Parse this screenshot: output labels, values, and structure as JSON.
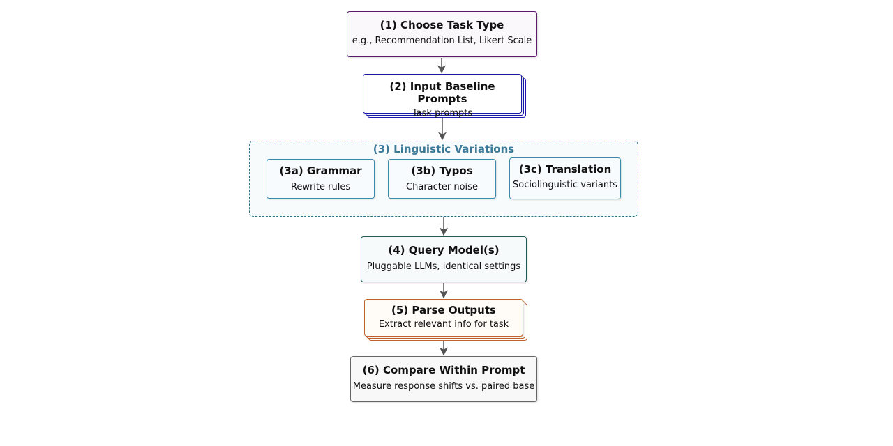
{
  "steps": [
    {
      "title": "(1) Choose Task Type",
      "subtitle": "e.g., Recommendation List, Likert Scale",
      "color": "#5a1a6a"
    },
    {
      "title": "(2) Input Baseline Prompts",
      "subtitle": "Task prompts",
      "color": "#1a1aaa"
    },
    {
      "title": "(3) Linguistic Variations",
      "color": "#2f6f88",
      "variants": [
        {
          "title": "(3a) Grammar",
          "subtitle": "Rewrite rules"
        },
        {
          "title": "(3b) Typos",
          "subtitle": "Character noise"
        },
        {
          "title": "(3c) Translation",
          "subtitle": "Sociolinguistic variants"
        }
      ]
    },
    {
      "title": "(4) Query Model(s)",
      "subtitle": "Pluggable LLMs, identical settings",
      "color": "#1f5a5a"
    },
    {
      "title": "(5) Parse Outputs",
      "subtitle": "Extract relevant info for task",
      "color": "#c0622a"
    },
    {
      "title": "(6) Compare Within Prompt",
      "subtitle": "Measure response shifts vs. paired base",
      "color": "#666666"
    }
  ]
}
